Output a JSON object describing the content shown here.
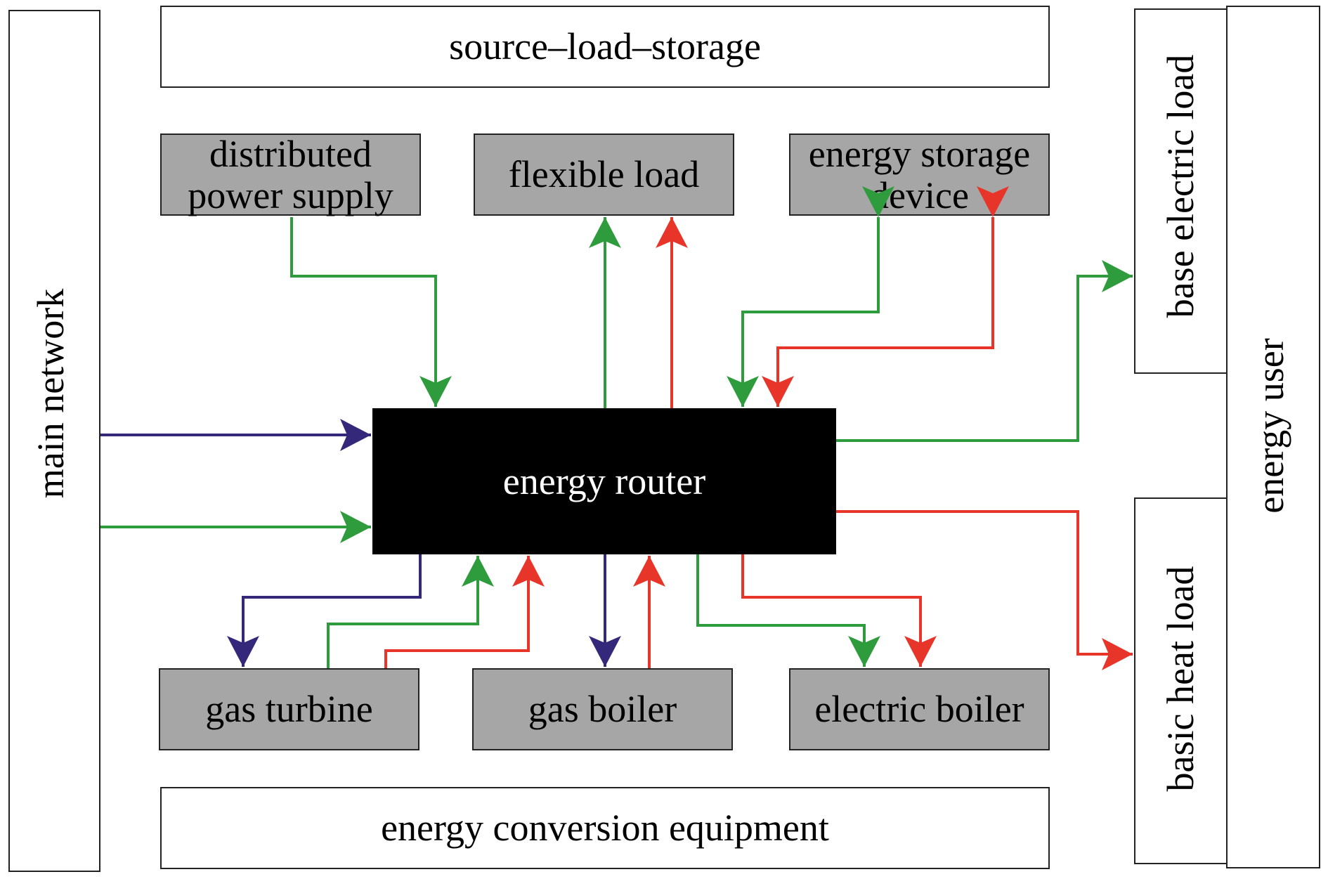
{
  "colors": {
    "electric": "#2e9b3c",
    "heat": "#e8352a",
    "gas": "#33287a",
    "module_fill": "#a6a6a6",
    "router_fill": "#000000"
  },
  "labels": {
    "main_network": "main network",
    "source_load_storage": "source–load–storage",
    "distributed_power_supply": [
      "distributed",
      "power supply"
    ],
    "flexible_load": "flexible load",
    "energy_storage_device": [
      "energy storage",
      "device"
    ],
    "energy_router": "energy router",
    "gas_turbine": "gas turbine",
    "gas_boiler": "gas boiler",
    "electric_boiler": "electric boiler",
    "energy_conversion_equipment": "energy conversion equipment",
    "base_electric_load": "base electric load",
    "basic_heat_load": "basic heat load",
    "energy_user": "energy user"
  },
  "flows": [
    {
      "from": "main network",
      "to": "energy router",
      "carrier": "gas"
    },
    {
      "from": "main network",
      "to": "energy router",
      "carrier": "electric"
    },
    {
      "from": "distributed power supply",
      "to": "energy router",
      "carrier": "electric"
    },
    {
      "from": "energy router",
      "to": "flexible load",
      "carrier": "electric"
    },
    {
      "from": "energy router",
      "to": "flexible load",
      "carrier": "heat"
    },
    {
      "from": "energy router",
      "to": "energy storage device",
      "carrier": "electric",
      "bidirectional": true
    },
    {
      "from": "energy router",
      "to": "energy storage device",
      "carrier": "heat",
      "bidirectional": true
    },
    {
      "from": "energy router",
      "to": "base electric load",
      "carrier": "electric"
    },
    {
      "from": "energy router",
      "to": "basic heat load",
      "carrier": "heat"
    },
    {
      "from": "energy router",
      "to": "gas turbine",
      "carrier": "gas"
    },
    {
      "from": "gas turbine",
      "to": "energy router",
      "carrier": "electric"
    },
    {
      "from": "gas turbine",
      "to": "energy router",
      "carrier": "heat"
    },
    {
      "from": "energy router",
      "to": "gas boiler",
      "carrier": "gas"
    },
    {
      "from": "gas boiler",
      "to": "energy router",
      "carrier": "heat"
    },
    {
      "from": "energy router",
      "to": "electric boiler",
      "carrier": "electric"
    },
    {
      "from": "energy router",
      "to": "electric boiler",
      "carrier": "heat"
    }
  ]
}
